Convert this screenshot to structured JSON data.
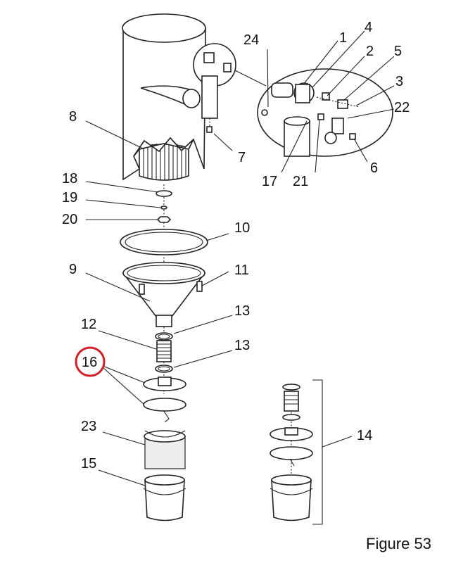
{
  "figure": {
    "caption": "Figure 53"
  },
  "callouts": [
    {
      "id": "c1",
      "label": "1"
    },
    {
      "id": "c2",
      "label": "2"
    },
    {
      "id": "c3",
      "label": "3"
    },
    {
      "id": "c4",
      "label": "4"
    },
    {
      "id": "c5",
      "label": "5"
    },
    {
      "id": "c6",
      "label": "6"
    },
    {
      "id": "c7",
      "label": "7"
    },
    {
      "id": "c8",
      "label": "8"
    },
    {
      "id": "c9",
      "label": "9"
    },
    {
      "id": "c10",
      "label": "10"
    },
    {
      "id": "c11",
      "label": "11"
    },
    {
      "id": "c12",
      "label": "12"
    },
    {
      "id": "c13a",
      "label": "13"
    },
    {
      "id": "c13b",
      "label": "13"
    },
    {
      "id": "c14",
      "label": "14"
    },
    {
      "id": "c15",
      "label": "15"
    },
    {
      "id": "c16",
      "label": "16"
    },
    {
      "id": "c17",
      "label": "17"
    },
    {
      "id": "c18",
      "label": "18"
    },
    {
      "id": "c19",
      "label": "19"
    },
    {
      "id": "c20",
      "label": "20"
    },
    {
      "id": "c21",
      "label": "21"
    },
    {
      "id": "c22",
      "label": "22"
    },
    {
      "id": "c23",
      "label": "23"
    },
    {
      "id": "c24",
      "label": "24"
    }
  ],
  "highlight": {
    "callout": "16",
    "color": "#d32027"
  }
}
